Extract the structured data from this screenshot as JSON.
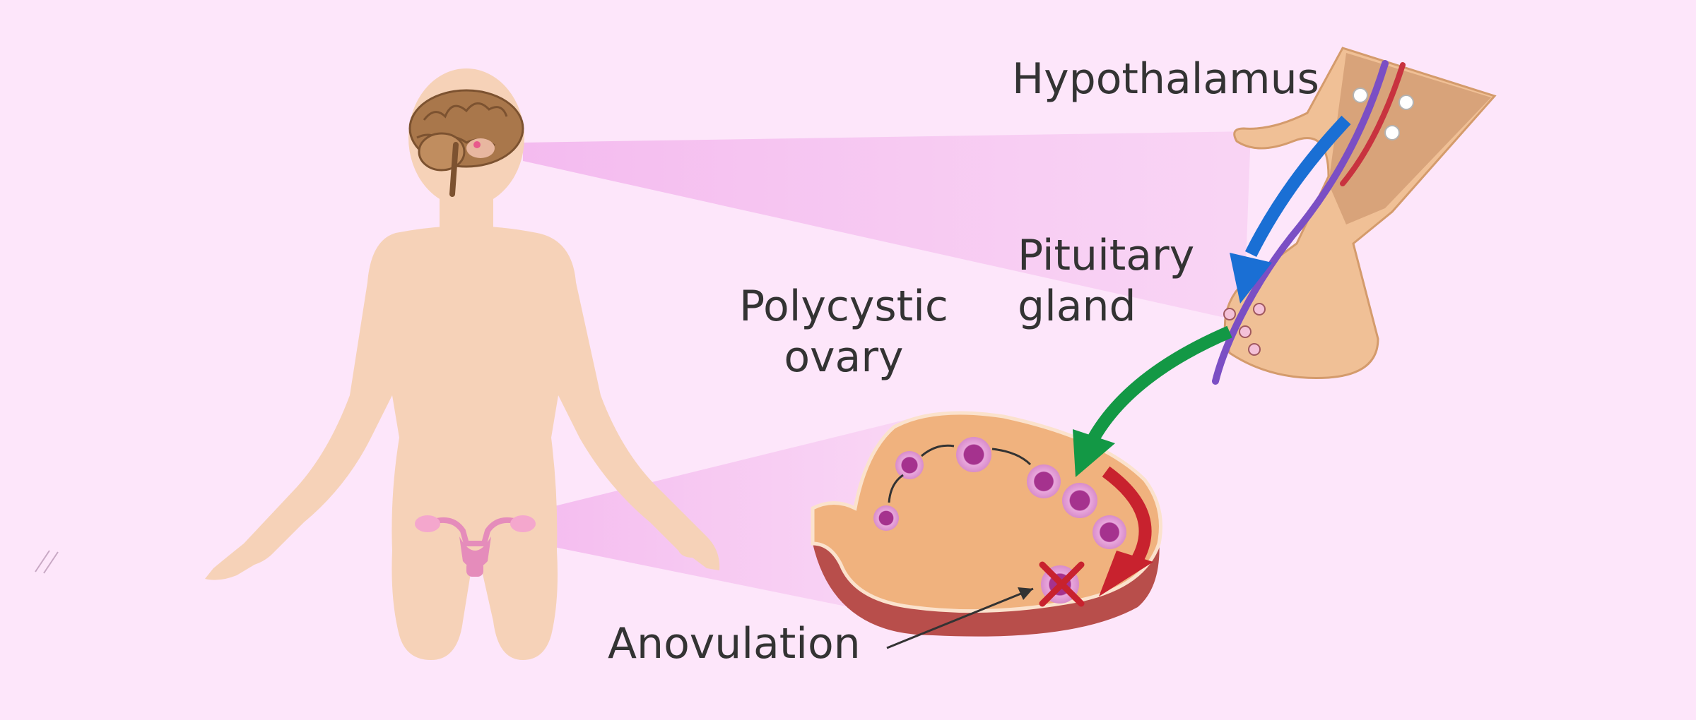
{
  "labels": {
    "hypothalamus": "Hypothalamus",
    "pituitary_line1": "Pituitary",
    "pituitary_line2": "gland",
    "ovary_line1": "Polycystic",
    "ovary_line2": "ovary",
    "anovulation": "Anovulation"
  },
  "colors": {
    "background": "#fde6fa",
    "skin": "#f6d2b8",
    "beam": "#f6c6f0",
    "text": "#333333",
    "ovary": "#f0b27e",
    "ovary_edge": "#b84e4b",
    "follicle": "#a5328e",
    "arrow_blue": "#1a6fd4",
    "arrow_green": "#139845",
    "arrow_red": "#c8222e",
    "cross": "#c8222e"
  },
  "icons": {
    "body": "female-silhouette-icon",
    "brain": "brain-icon",
    "uterus": "uterus-icon",
    "pituitary": "pituitary-gland-icon",
    "ovary": "ovary-cross-section-icon",
    "cross": "cross-icon"
  }
}
